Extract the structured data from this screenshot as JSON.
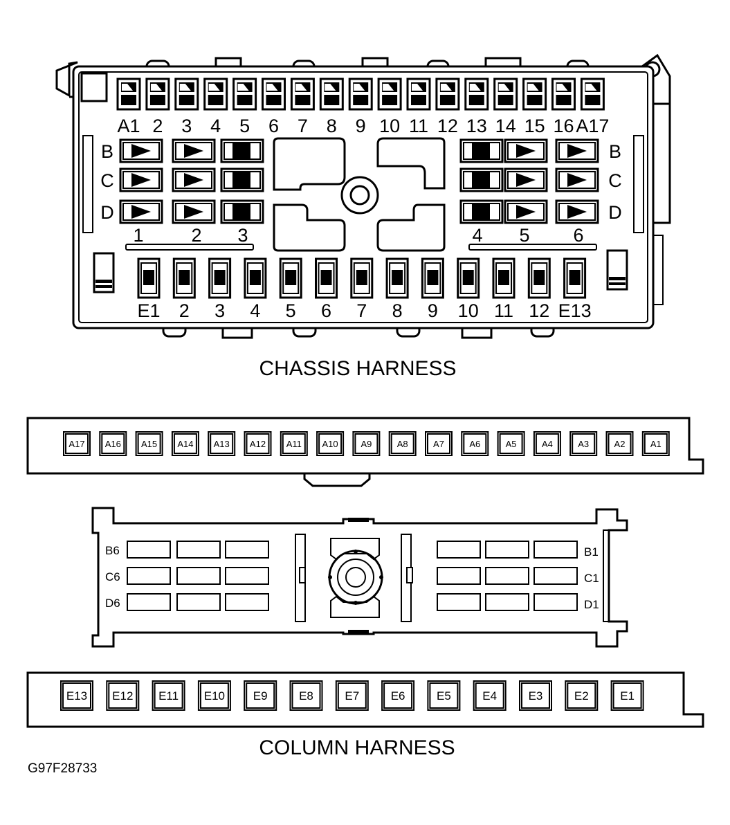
{
  "chassis": {
    "title": "CHASSIS HARNESS",
    "a_labels": [
      "A1",
      "2",
      "3",
      "4",
      "5",
      "6",
      "7",
      "8",
      "9",
      "10",
      "11",
      "12",
      "13",
      "14",
      "15",
      "16",
      "A17"
    ],
    "row_labels_left": [
      "B",
      "C",
      "D"
    ],
    "row_labels_right": [
      "B",
      "C",
      "D"
    ],
    "col_labels_left": [
      "1",
      "2",
      "3"
    ],
    "col_labels_right": [
      "4",
      "5",
      "6"
    ],
    "e_labels": [
      "E1",
      "2",
      "3",
      "4",
      "5",
      "6",
      "7",
      "8",
      "9",
      "10",
      "11",
      "12",
      "E13"
    ]
  },
  "column": {
    "title": "COLUMN HARNESS",
    "a_terminals": [
      "A17",
      "A16",
      "A15",
      "A14",
      "A13",
      "A12",
      "A11",
      "A10",
      "A9",
      "A8",
      "A7",
      "A6",
      "A5",
      "A4",
      "A3",
      "A2",
      "A1"
    ],
    "left_rows": [
      "B6",
      "C6",
      "D6"
    ],
    "right_rows": [
      "B1",
      "C1",
      "D1"
    ],
    "e_terminals": [
      "E13",
      "E12",
      "E11",
      "E10",
      "E9",
      "E8",
      "E7",
      "E6",
      "E5",
      "E4",
      "E3",
      "E2",
      "E1"
    ]
  },
  "figure_code": "G97F28733"
}
